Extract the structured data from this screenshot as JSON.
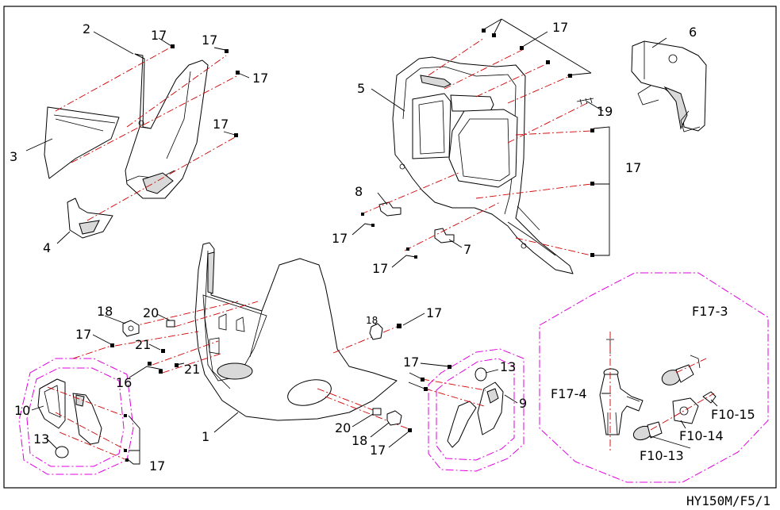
{
  "labels": {
    "l1": "1",
    "l2": "2",
    "l3": "3",
    "l4": "4",
    "l5": "5",
    "l6": "6",
    "l7": "7",
    "l8": "8",
    "l9": "9",
    "l10": "10",
    "l13a": "13",
    "l13b": "13",
    "l16": "16",
    "l17a": "17",
    "l17b": "17",
    "l17c": "17",
    "l17d": "17",
    "l17e": "17",
    "l17f": "17",
    "l17g": "17",
    "l17h": "17",
    "l17i": "17",
    "l17j": "17",
    "l17k": "17",
    "l17l": "17",
    "l17m": "17",
    "l18a": "18",
    "l18b": "18",
    "l18c": "18",
    "l19": "19",
    "l20a": "20",
    "l20b": "20",
    "l21a": "21",
    "l21b": "21",
    "lF173": "F17-3",
    "lF174": "F17-4",
    "lF1015": "F10-15",
    "lF1014": "F10-14",
    "lF1013": "F10-13"
  },
  "drawing_ref": "HY150M/F5/1",
  "colors": {
    "assembly_line": "#d00000",
    "group_outline": "#e000e0",
    "line_art": "#000000",
    "frame": "#000000"
  }
}
